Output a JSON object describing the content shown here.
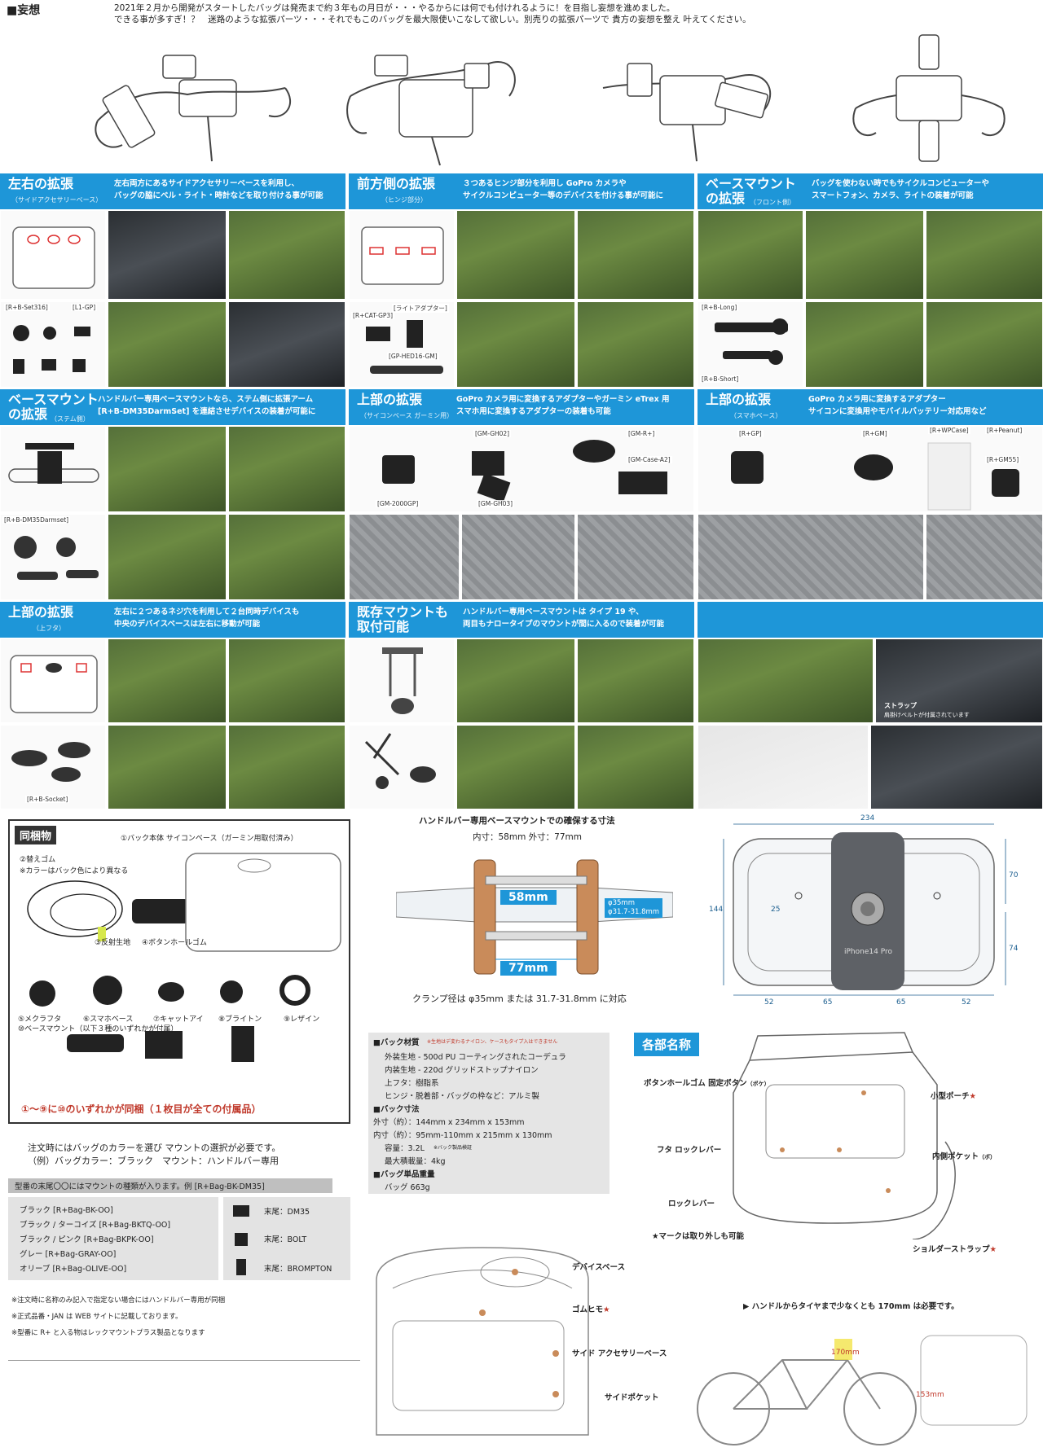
{
  "intro": {
    "title": "■妄想",
    "line1": "2021年２月から開発がスタートしたバッグは発売まで約３年もの月日が・・・やるからには何でも付けれるように！を目指し妄想を進めました。",
    "line2": "できる事が多すぎ！？　迷路のような拡張パーツ・・・それでもこのバッグを最大限使いこなして欲しい。別売りの拡張パーツで 貴方の妄想を整え 叶えてください。"
  },
  "sections": [
    {
      "title": "左右の拡張",
      "sub": "（サイドアクセサリーベース）",
      "desc1": "左右両方にあるサイドアクセサリーベースを利用し、",
      "desc2": "バッグの脇にベル・ライト・時計などを取り付ける事が可能"
    },
    {
      "title": "前方側の拡張",
      "sub": "（ヒンジ部分）",
      "desc1": "３つあるヒンジ部分を利用し GoPro カメラや",
      "desc2": "サイクルコンピューター等のデバイスを付ける事が可能に"
    },
    {
      "title1": "ベースマウント",
      "title2": "の拡張",
      "sub": "（フロント側）",
      "desc1": "バッグを使わない時でもサイクルコンピューターや",
      "desc2": "スマートフォン、カメラ、ライトの装着が可能"
    },
    {
      "title1": "ベースマウント",
      "title2": "の拡張",
      "sub": "（ステム側）",
      "desc1": "ハンドルバー専用ベースマウントなら、ステム側に拡張アーム",
      "desc2": "[R+B-DM35DarmSet] を連結させデバイスの装着が可能に"
    },
    {
      "title": "上部の拡張",
      "sub": "（サイコンベース ガーミン用）",
      "desc1": "GoPro カメラ用に変換するアダプターやガーミン eTrex 用",
      "desc2": "スマホ用に変換するアダプターの装着も可能"
    },
    {
      "title": "上部の拡張",
      "sub": "（スマホベース）",
      "desc1": "GoPro カメラ用に変換するアダプター",
      "desc2": "サイコンに変換用やモバイルバッテリー対応用など"
    },
    {
      "title": "上部の拡張",
      "sub": "（上フタ）",
      "desc1": "左右に２つあるネジ穴を利用して２台同時デバイスも",
      "desc2": "中央のデバイスベースは左右に移動が可能"
    },
    {
      "title1": "既存マウントも",
      "title2": "取付可能",
      "desc1": "ハンドルバー専用ベースマウントは タイプ 19 や、",
      "desc2": "両目もナロータイプのマウントが間に入るので装着が可能"
    }
  ],
  "photo_labels": {
    "a": "[R+B-Set316]",
    "b": "[L1-GP]",
    "c": "[ライトアダプター]",
    "d": "[R+CAT-GP3]",
    "e": "[GP-HED16-GM]",
    "f": "[R+B-Long]",
    "g": "[R+B-Short]",
    "h": "[R+B-DM35Darmset]",
    "i": "[GM-GH02]",
    "j": "[GM-R+]",
    "k": "[GM-Case-A2]",
    "l": "[GM-2000GP]",
    "m": "[GM-GH03]",
    "n": "[R+GP]",
    "o": "[R+GM]",
    "p": "[R+WPCase]",
    "q": "[R+Peanut]",
    "r": "[R+GM55]",
    "s": "[R+B-Socket]",
    "strap": "ストラップ",
    "strap2": "肩掛けベルトが付属されています"
  },
  "contents": {
    "title": "同梱物",
    "item1": "①バック本体 サイコンベース（ガーミン用取付済み）",
    "item2": "②替えゴム",
    "item2b": "※カラーはバック色により異なる",
    "item3": "③反射生地",
    "item4": "④ボタンホールゴム",
    "item5": "⑤メクラフタ",
    "item6": "⑥スマホベース",
    "item7": "⑦キャットアイ",
    "item8": "⑧ブライトン",
    "item9": "⑨レザイン",
    "item10": "⑩ベースマウント（以下３種のいずれかが付属）",
    "note": "①〜⑨に⑩のいずれかが同梱（１枚目が全ての付属品）"
  },
  "order": {
    "line1": "注文時にはバッグのカラーを選び マウントの選択が必要です。",
    "line2": "（例）バッグカラー：ブラック　マウント：ハンドルバー専用",
    "model_note": "型番の末尾〇〇にはマウントの種類が入ります。例 [R+Bag-BK-DM35]",
    "colors": [
      "ブラック [R+Bag-BK-OO]",
      "ブラック / ターコイズ [R+Bag-BKTQ-OO]",
      "ブラック / ピンク [R+Bag-BKPK-OO]",
      "グレー [R+Bag-GRAY-OO]",
      "オリーブ [R+Bag-OLIVE-OO]"
    ],
    "mounts": [
      "末尾：DM35",
      "末尾：BOLT",
      "末尾：BROMPTON"
    ],
    "note1": "※注文時に名称のみ記入で指定ない場合にはハンドルバー専用が同梱",
    "note2": "※正式品番・JAN は WEB サイトに記載しております。",
    "note3": "※型番に R+ と入る物はレックマウントプラス製品となります"
  },
  "handlebar": {
    "title": "ハンドルバー専用ベースマウントでの確保する寸法",
    "inner_outer": "内寸：58mm 外寸：77mm",
    "d58": "58mm",
    "d77": "77mm",
    "dia1": "φ35mm",
    "dia2": "φ31.7-31.8mm",
    "note": "クランプ径は φ35mm または 31.7-31.8mm に対応"
  },
  "dims": {
    "w": "234",
    "h": "144",
    "t": "70",
    "b": "74",
    "c": "25",
    "b1": "52",
    "b2": "65",
    "b3": "65",
    "b4": "52",
    "phone": "iPhone14 Pro"
  },
  "specs": {
    "head": "■バック材質",
    "head_note": "※生地はデ変わるナイロン、ケースもタイプ入はできません",
    "l1": "外装生地 - 500d PU コーティングされたコーデュラ",
    "l2": "内装生地 - 220d グリッドストップナイロン",
    "l3": "上フタ：樹脂系",
    "l4": "ヒンジ・脱着部・バッグの枠など：アルミ製",
    "size_head": "■バック寸法",
    "s1": "外寸（約）：144mm x 234mm x 153mm",
    "s2": "内寸（約）：95mm-110mm x 215mm x 130mm",
    "s3": "容量：3.2L",
    "s3n": "※バック製品検証",
    "s4": "最大積載量：4kg",
    "weight_head": "■バッグ単品重量",
    "weight": "バッグ 663g"
  },
  "parts": {
    "title": "各部名称",
    "c1": "ボタンホールゴム 固定ボタン",
    "c1n": "（ポケ）",
    "c2": "小型ポーチ",
    "c3": "フタ ロックレバー",
    "c4": "内側ポケット",
    "c4n": "（ポ）",
    "c5": "ロックレバー",
    "c6": "★マークは取り外しも可能",
    "c7": "ショルダーストラップ",
    "c8": "デバイスベース",
    "c9": "ゴムヒモ",
    "c10": "サイド アクセサリーベース",
    "c11": "サイドポケット",
    "star": "★"
  },
  "bike": {
    "note": "▶ ハンドルからタイヤまで少なくとも 170mm は必要です。",
    "d1": "170mm",
    "d2": "153mm"
  },
  "colors": {
    "accent": "#1e96d8",
    "dim": "#1b5e8f",
    "red": "#c0392b",
    "wood": "#c98b5a"
  }
}
